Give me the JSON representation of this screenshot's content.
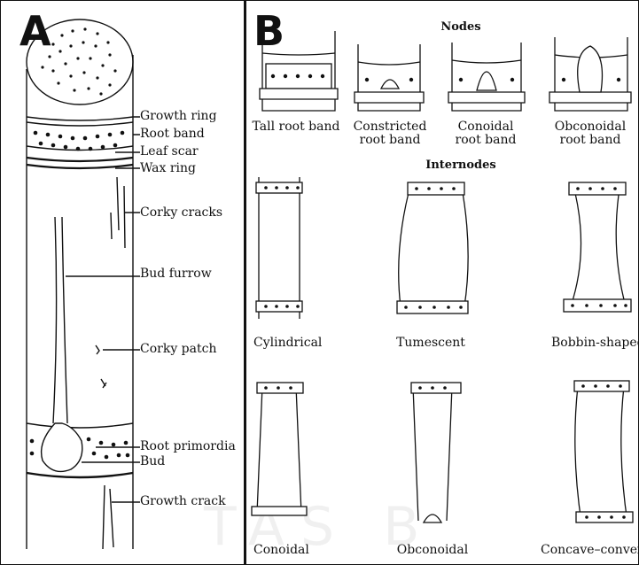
{
  "panel_a": {
    "letter": "A",
    "labels": {
      "growth_ring": "Growth ring",
      "root_band": "Root band",
      "leaf_scar": "Leaf scar",
      "wax_ring": "Wax ring",
      "corky_cracks": "Corky cracks",
      "bud_furrow": "Bud furrow",
      "corky_patch": "Corky patch",
      "root_primordia": "Root primordia",
      "bud": "Bud",
      "growth_crack": "Growth crack"
    }
  },
  "panel_b": {
    "letter": "B",
    "nodes_heading": "Nodes",
    "internodes_heading": "Internodes",
    "nodes": [
      {
        "line1": "Tall root band",
        "line2": ""
      },
      {
        "line1": "Constricted",
        "line2": "root band"
      },
      {
        "line1": "Conoidal",
        "line2": "root band"
      },
      {
        "line1": "Obconoidal",
        "line2": "root band"
      }
    ],
    "internodes": [
      "Cylindrical",
      "Tumescent",
      "Bobbin-shaped",
      "Conoidal",
      "Obconoidal",
      "Concave–convex"
    ]
  },
  "watermark": "TAS B"
}
